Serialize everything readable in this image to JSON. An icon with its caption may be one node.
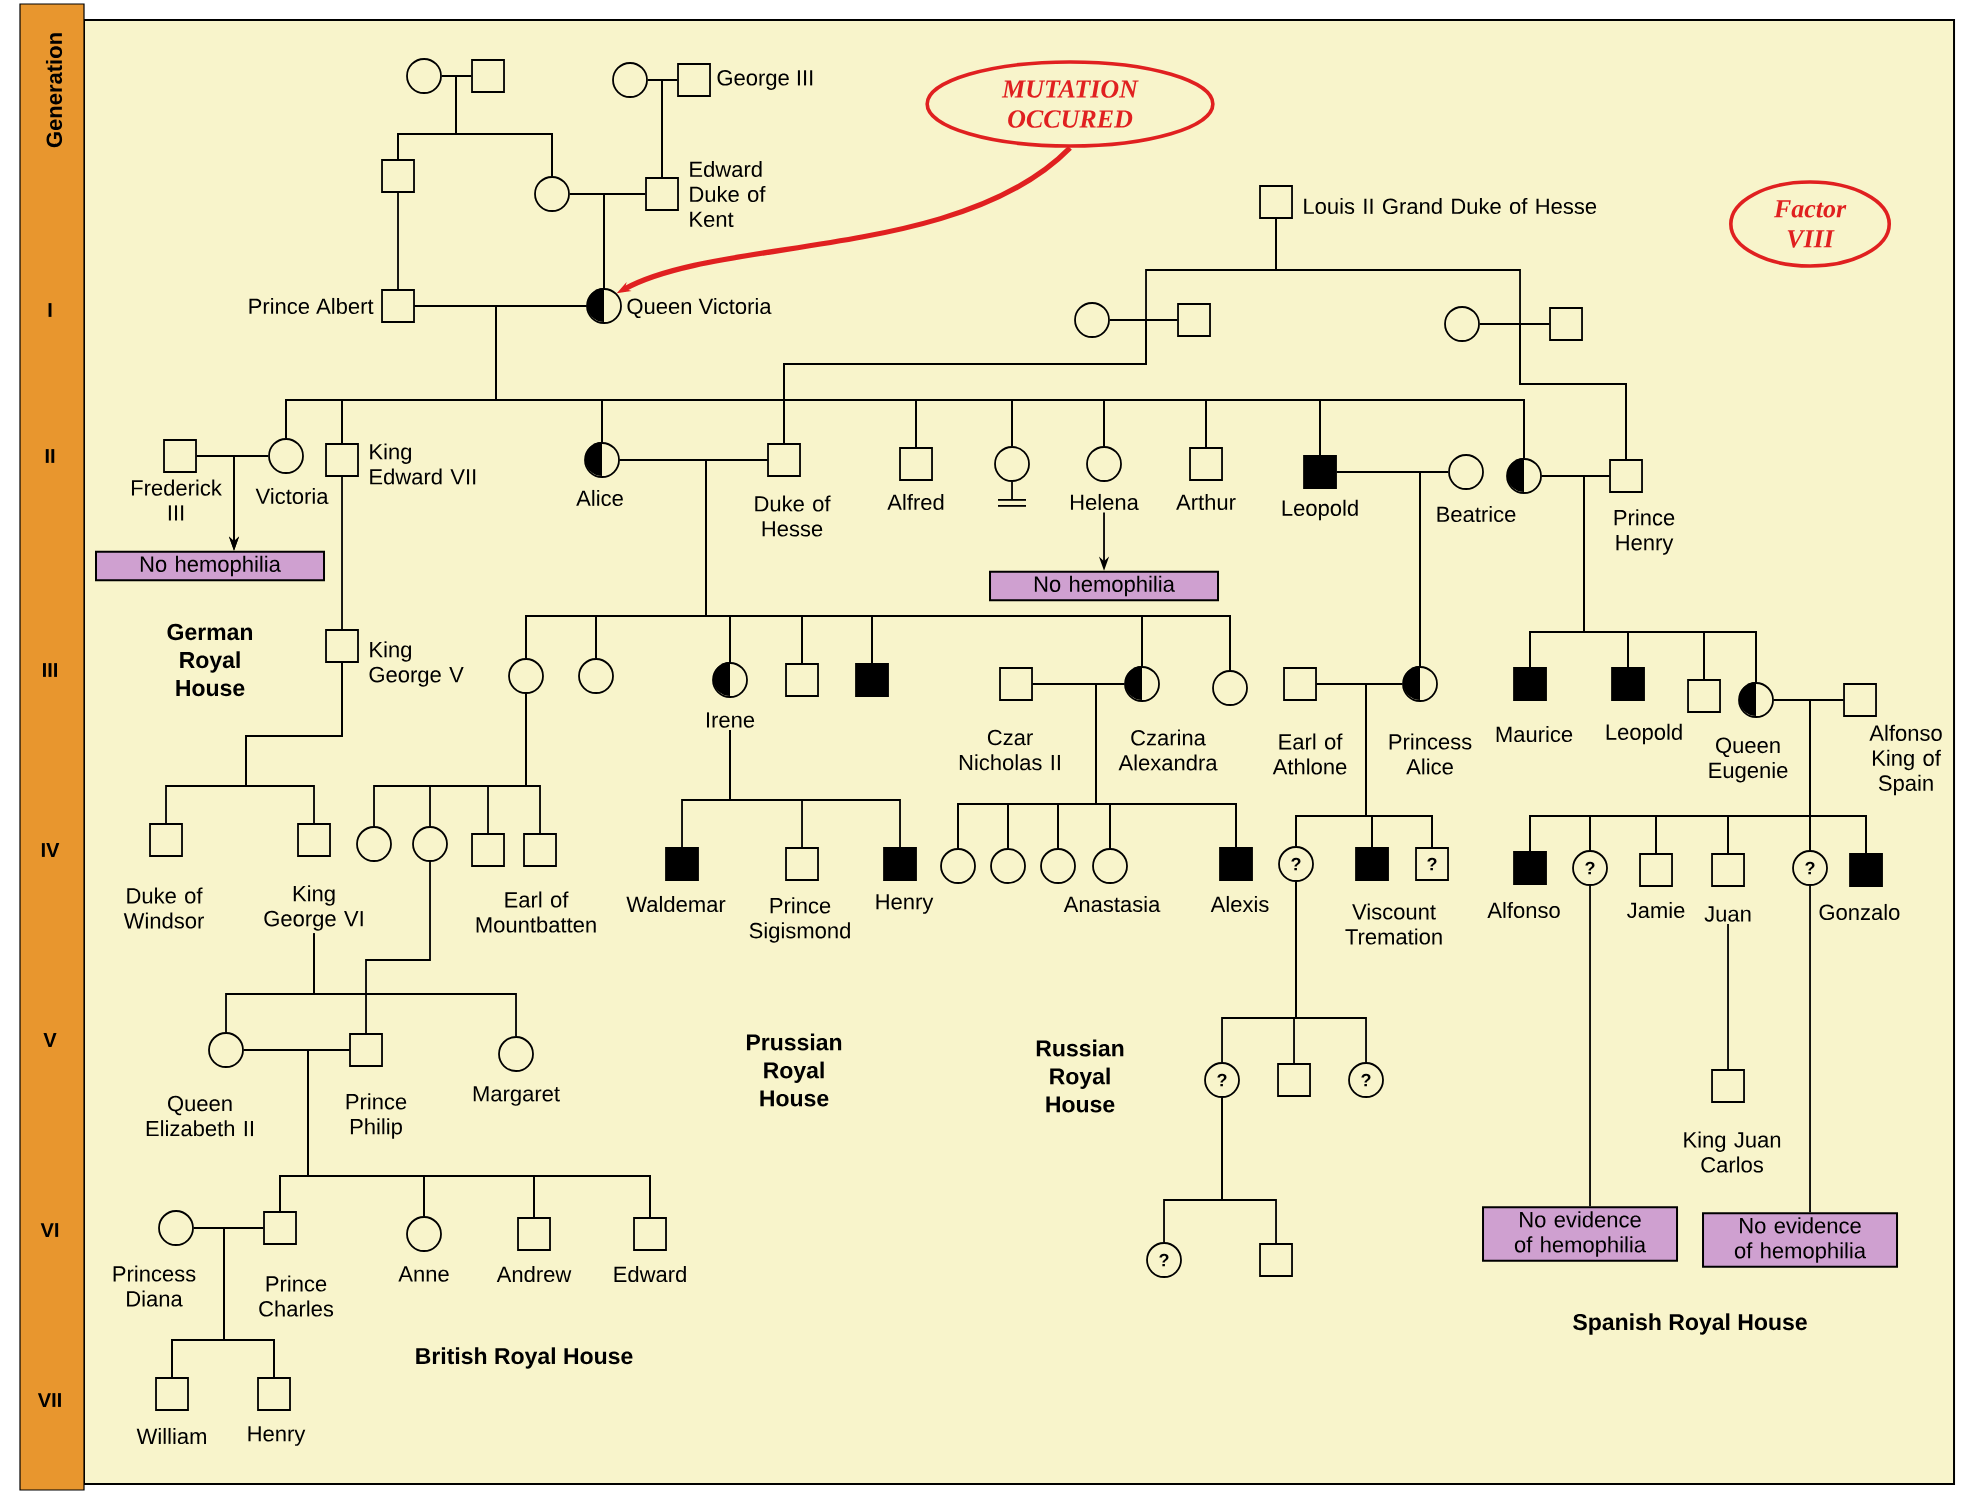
{
  "diagram": {
    "nodes": [
      {
        "text": [],
        "shape": "circle"
      },
      {
        "text": [],
        "shape": "box"
      },
      {
        "text": [],
        "shape": "circle"
      },
      {
        "text": [],
        "shape": "box",
        "beside": [
          "George III"
        ]
      },
      {
        "text": [
          "MUTATION OCCURED"
        ]
      },
      {
        "text": [],
        "shape": "box"
      },
      {
        "text": [],
        "shape": "circle"
      },
      {
        "text": [],
        "shape": "box",
        "beside": [
          "Edward Duke of Kent"
        ]
      },
      {
        "text": [],
        "shape": "box",
        "beside": [
          "Louis II Grand Duke of Hesse"
        ]
      },
      {
        "text": [
          "Factor VIII"
        ]
      },
      {
        "text": [],
        "shape": "box",
        "beside": [
          "Prince Albert"
        ]
      },
      {
        "text": [],
        "shape": "circle",
        "beside": [
          "Queen Victoria"
        ]
      },
      {
        "text": [],
        "shape": "circle"
      },
      {
        "text": [],
        "shape": "box"
      },
      {
        "text": [],
        "shape": "circle"
      },
      {
        "text": [],
        "shape": "box"
      },
      {
        "text": [],
        "shape": "box",
        "beside": [
          "Frederick III"
        ]
      },
      {
        "text": [],
        "shape": "circle",
        "beside": [
          "Victoria"
        ]
      },
      {
        "text": [],
        "shape": "box",
        "beside": [
          "King Edward VII"
        ]
      },
      {
        "text": [],
        "shape": "circle",
        "beside": [
          "Alice"
        ]
      },
      {
        "text": [],
        "shape": "box",
        "beside": [
          "Duke of Hesse"
        ]
      },
      {
        "text": [],
        "shape": "box",
        "beside": [
          "Alfred"
        ]
      },
      {
        "text": [],
        "shape": "circle"
      },
      {
        "text": [],
        "shape": "circle",
        "beside": [
          "Helena"
        ]
      },
      {
        "text": [],
        "shape": "box",
        "beside": [
          "Arthur"
        ]
      },
      {
        "text": [],
        "shape": "box",
        "beside": [
          "Leopold"
        ]
      },
      {
        "text": [],
        "shape": "circle"
      },
      {
        "text": [],
        "shape": "circle",
        "beside": [
          "Beatrice"
        ]
      },
      {
        "text": [],
        "shape": "box",
        "beside": [
          "Prince Henry"
        ]
      },
      {
        "text": [
          "No hemophilia"
        ]
      },
      {
        "text": [
          "No hemophilia"
        ]
      },
      {
        "text": [],
        "shape": "box",
        "beside": [
          "King George V"
        ]
      },
      {
        "text": [],
        "shape": "circle"
      },
      {
        "text": [],
        "shape": "circle"
      },
      {
        "text": [],
        "shape": "circle",
        "beside": [
          "Irene"
        ]
      },
      {
        "text": [],
        "shape": "box"
      },
      {
        "text": [],
        "shape": "box"
      },
      {
        "text": [],
        "shape": "box",
        "beside": [
          "Czar Nicholas II"
        ]
      },
      {
        "text": [],
        "shape": "circle",
        "beside": [
          "Czarina Alexandra"
        ]
      },
      {
        "text": [],
        "shape": "circle"
      },
      {
        "text": [],
        "shape": "box",
        "beside": [
          "Earl of Athlone"
        ]
      },
      {
        "text": [],
        "shape": "circle",
        "beside": [
          "Princess Alice"
        ]
      },
      {
        "text": [],
        "shape": "box",
        "beside": [
          "Maurice"
        ]
      },
      {
        "text": [],
        "shape": "box",
        "beside": [
          "Leopold"
        ]
      },
      {
        "text": [],
        "shape": "box"
      },
      {
        "text": [],
        "shape": "circle",
        "beside": [
          "Queen Eugenie"
        ]
      },
      {
        "text": [],
        "shape": "box",
        "beside": [
          "Alfonso King of Spain"
        ]
      },
      {
        "text": [],
        "shape": "box",
        "beside": [
          "Duke of Windsor"
        ]
      },
      {
        "text": [],
        "shape": "box",
        "beside": [
          "King George VI"
        ]
      },
      {
        "text": [],
        "shape": "circle"
      },
      {
        "text": [],
        "shape": "circle"
      },
      {
        "text": [],
        "shape": "box"
      },
      {
        "text": [],
        "shape": "box",
        "beside": [
          "Earl of Mountbatten"
        ]
      },
      {
        "text": [],
        "shape": "box",
        "beside": [
          "Waldemar"
        ]
      },
      {
        "text": [],
        "shape": "box",
        "beside": [
          "Prince Sigismond"
        ]
      },
      {
        "text": [],
        "shape": "box",
        "beside": [
          "Henry"
        ]
      },
      {
        "text": [],
        "shape": "circle"
      },
      {
        "text": [],
        "shape": "circle"
      },
      {
        "text": [],
        "shape": "circle"
      },
      {
        "text": [],
        "shape": "circle",
        "beside": [
          "Anastasia"
        ]
      },
      {
        "text": [],
        "shape": "box",
        "beside": [
          "Alexis"
        ]
      },
      {
        "text": [
          "?"
        ]
      },
      {
        "text": [],
        "shape": "box",
        "beside": [
          "Viscount Tremation"
        ]
      },
      {
        "text": [
          "?"
        ]
      },
      {
        "text": [],
        "shape": "box",
        "beside": [
          "Alfonso"
        ]
      },
      {
        "text": [
          "?"
        ]
      },
      {
        "text": [],
        "shape": "box",
        "beside": [
          "Jamie"
        ]
      },
      {
        "text": [],
        "shape": "box",
        "beside": [
          "Juan"
        ]
      },
      {
        "text": [
          "?"
        ]
      },
      {
        "text": [],
        "shape": "box",
        "beside": [
          "Gonzalo"
        ]
      },
      {
        "text": [],
        "shape": "circle",
        "beside": [
          "Queen Elizabeth II"
        ]
      },
      {
        "text": [],
        "shape": "box",
        "beside": [
          "Prince Philip"
        ]
      },
      {
        "text": [],
        "shape": "circle",
        "beside": [
          "Margaret"
        ]
      },
      {
        "text": [
          "?"
        ]
      },
      {
        "text": [],
        "shape": "box"
      },
      {
        "text": [
          "?"
        ]
      },
      {
        "text": [],
        "shape": "box",
        "beside": [
          "King Juan Carlos"
        ]
      },
      {
        "text": [],
        "shape": "circle",
        "beside": [
          "Princess Diana"
        ]
      },
      {
        "text": [],
        "shape": "box",
        "beside": [
          "Prince Charles"
        ]
      },
      {
        "text": [],
        "shape": "circle",
        "beside": [
          "Anne"
        ]
      },
      {
        "text": [],
        "shape": "box",
        "beside": [
          "Andrew"
        ]
      },
      {
        "text": [],
        "shape": "box",
        "beside": [
          "Edward"
        ]
      },
      {
        "text": [
          "?"
        ]
      },
      {
        "text": [],
        "shape": "box"
      },
      {
        "text": [
          "No evidence of hemophilia"
        ]
      },
      {
        "text": [
          "No evidence of hemophilia"
        ]
      },
      {
        "text": [],
        "shape": "box",
        "beside": [
          "William"
        ]
      },
      {
        "text": [],
        "shape": "box",
        "beside": [
          "Henry"
        ]
      }
    ],
    "edges": [
      {
        "from": 0,
        "to": 1,
        "arrow": "none"
      },
      {
        "from": 2,
        "to": 3,
        "arrow": "none"
      },
      {
        "from": 0,
        "to": 5,
        "arrow": "none"
      },
      {
        "from": 1,
        "to": 5,
        "arrow": "none"
      },
      {
        "from": 0,
        "to": 6,
        "arrow": "none"
      },
      {
        "from": 1,
        "to": 6,
        "arrow": "none"
      },
      {
        "from": 2,
        "to": 7,
        "arrow": "none"
      },
      {
        "from": 3,
        "to": 7,
        "arrow": "none"
      },
      {
        "from": 4,
        "to": 11,
        "arrow": "to",
        "style": "thick",
        "color": "#e02020"
      },
      {
        "from": 5,
        "to": 10,
        "arrow": "none"
      },
      {
        "from": 6,
        "to": 7,
        "arrow": "none"
      },
      {
        "from": 6,
        "to": 11,
        "arrow": "none"
      },
      {
        "from": 7,
        "to": 11,
        "arrow": "none"
      },
      {
        "from": 8,
        "to": 13,
        "arrow": "none"
      },
      {
        "from": 8,
        "to": 15,
        "arrow": "none"
      },
      {
        "from": 10,
        "to": 11,
        "arrow": "none"
      },
      {
        "from": 12,
        "to": 13,
        "arrow": "none"
      },
      {
        "from": 14,
        "to": 15,
        "arrow": "none"
      },
      {
        "from": 12,
        "to": 20,
        "arrow": "none"
      },
      {
        "from": 13,
        "to": 20,
        "arrow": "none"
      },
      {
        "from": 14,
        "to": 28,
        "arrow": "none"
      },
      {
        "from": 15,
        "to": 28,
        "arrow": "none"
      },
      {
        "from": 10,
        "to": 17,
        "arrow": "none"
      },
      {
        "from": 11,
        "to": 17,
        "arrow": "none"
      },
      {
        "from": 10,
        "to": 18,
        "arrow": "none"
      },
      {
        "from": 11,
        "to": 18,
        "arrow": "none"
      },
      {
        "from": 10,
        "to": 19,
        "arrow": "none"
      },
      {
        "from": 11,
        "to": 19,
        "arrow": "none"
      },
      {
        "from": 10,
        "to": 21,
        "arrow": "none"
      },
      {
        "from": 11,
        "to": 21,
        "arrow": "none"
      },
      {
        "from": 10,
        "to": 22,
        "arrow": "none"
      },
      {
        "from": 11,
        "to": 22,
        "arrow": "none"
      },
      {
        "from": 10,
        "to": 23,
        "arrow": "none"
      },
      {
        "from": 11,
        "to": 23,
        "arrow": "none"
      },
      {
        "from": 10,
        "to": 24,
        "arrow": "none"
      },
      {
        "from": 11,
        "to": 24,
        "arrow": "none"
      },
      {
        "from": 10,
        "to": 25,
        "arrow": "none"
      },
      {
        "from": 11,
        "to": 25,
        "arrow": "none"
      },
      {
        "from": 10,
        "to": 27,
        "arrow": "none"
      },
      {
        "from": 11,
        "to": 27,
        "arrow": "none"
      },
      {
        "from": 16,
        "to": 17,
        "arrow": "none"
      },
      {
        "from": 16,
        "to": 29,
        "arrow": "to"
      },
      {
        "from": 17,
        "to": 29,
        "arrow": "to"
      },
      {
        "from": 19,
        "to": 20,
        "arrow": "none"
      },
      {
        "from": 25,
        "to": 26,
        "arrow": "none"
      },
      {
        "from": 27,
        "to": 28,
        "arrow": "none"
      },
      {
        "from": 23,
        "to": 30,
        "arrow": "to"
      },
      {
        "from": 18,
        "to": 31,
        "arrow": "none"
      },
      {
        "from": 19,
        "to": 32,
        "arrow": "none"
      },
      {
        "from": 20,
        "to": 32,
        "arrow": "none"
      },
      {
        "from": 19,
        "to": 33,
        "arrow": "none"
      },
      {
        "from": 20,
        "to": 33,
        "arrow": "none"
      },
      {
        "from": 19,
        "to": 34,
        "arrow": "none"
      },
      {
        "from": 20,
        "to": 34,
        "arrow": "none"
      },
      {
        "from": 19,
        "to": 35,
        "arrow": "none"
      },
      {
        "from": 20,
        "to": 35,
        "arrow": "none"
      },
      {
        "from": 19,
        "to": 36,
        "arrow": "none"
      },
      {
        "from": 20,
        "to": 36,
        "arrow": "none"
      },
      {
        "from": 19,
        "to": 38,
        "arrow": "none"
      },
      {
        "from": 20,
        "to": 38,
        "arrow": "none"
      },
      {
        "from": 19,
        "to": 39,
        "arrow": "none"
      },
      {
        "from": 20,
        "to": 39,
        "arrow": "none"
      },
      {
        "from": 25,
        "to": 41,
        "arrow": "none"
      },
      {
        "from": 26,
        "to": 41,
        "arrow": "none"
      },
      {
        "from": 27,
        "to": 42,
        "arrow": "none"
      },
      {
        "from": 28,
        "to": 42,
        "arrow": "none"
      },
      {
        "from": 27,
        "to": 43,
        "arrow": "none"
      },
      {
        "from": 28,
        "to": 43,
        "arrow": "none"
      },
      {
        "from": 27,
        "to": 44,
        "arrow": "none"
      },
      {
        "from": 28,
        "to": 44,
        "arrow": "none"
      },
      {
        "from": 27,
        "to": 45,
        "arrow": "none"
      },
      {
        "from": 28,
        "to": 45,
        "arrow": "none"
      },
      {
        "from": 37,
        "to": 38,
        "arrow": "none"
      },
      {
        "from": 40,
        "to": 41,
        "arrow": "none"
      },
      {
        "from": 45,
        "to": 46,
        "arrow": "none"
      },
      {
        "from": 31,
        "to": 47,
        "arrow": "none"
      },
      {
        "from": 31,
        "to": 48,
        "arrow": "none"
      },
      {
        "from": 32,
        "to": 49,
        "arrow": "none"
      },
      {
        "from": 32,
        "to": 50,
        "arrow": "none"
      },
      {
        "from": 32,
        "to": 51,
        "arrow": "none"
      },
      {
        "from": 32,
        "to": 52,
        "arrow": "none"
      },
      {
        "from": 34,
        "to": 53,
        "arrow": "none"
      },
      {
        "from": 34,
        "to": 54,
        "arrow": "none"
      },
      {
        "from": 34,
        "to": 55,
        "arrow": "none"
      },
      {
        "from": 37,
        "to": 56,
        "arrow": "none"
      },
      {
        "from": 38,
        "to": 56,
        "arrow": "none"
      },
      {
        "from": 37,
        "to": 57,
        "arrow": "none"
      },
      {
        "from": 38,
        "to": 57,
        "arrow": "none"
      },
      {
        "from": 37,
        "to": 58,
        "arrow": "none"
      },
      {
        "from": 38,
        "to": 58,
        "arrow": "none"
      },
      {
        "from": 37,
        "to": 59,
        "arrow": "none"
      },
      {
        "from": 38,
        "to": 59,
        "arrow": "none"
      },
      {
        "from": 37,
        "to": 60,
        "arrow": "none"
      },
      {
        "from": 38,
        "to": 60,
        "arrow": "none"
      },
      {
        "from": 40,
        "to": 61,
        "arrow": "none"
      },
      {
        "from": 41,
        "to": 61,
        "arrow": "none"
      },
      {
        "from": 40,
        "to": 62,
        "arrow": "none"
      },
      {
        "from": 41,
        "to": 62,
        "arrow": "none"
      },
      {
        "from": 40,
        "to": 63,
        "arrow": "none"
      },
      {
        "from": 41,
        "to": 63,
        "arrow": "none"
      },
      {
        "from": 45,
        "to": 64,
        "arrow": "none"
      },
      {
        "from": 46,
        "to": 64,
        "arrow": "none"
      },
      {
        "from": 45,
        "to": 65,
        "arrow": "none"
      },
      {
        "from": 46,
        "to": 65,
        "arrow": "none"
      },
      {
        "from": 45,
        "to": 66,
        "arrow": "none"
      },
      {
        "from": 46,
        "to": 66,
        "arrow": "none"
      },
      {
        "from": 45,
        "to": 67,
        "arrow": "none"
      },
      {
        "from": 46,
        "to": 67,
        "arrow": "none"
      },
      {
        "from": 45,
        "to": 68,
        "arrow": "none"
      },
      {
        "from": 46,
        "to": 68,
        "arrow": "none"
      },
      {
        "from": 45,
        "to": 69,
        "arrow": "none"
      },
      {
        "from": 46,
        "to": 69,
        "arrow": "none"
      },
      {
        "from": 48,
        "to": 70,
        "arrow": "none"
      },
      {
        "from": 48,
        "to": 72,
        "arrow": "none"
      },
      {
        "from": 50,
        "to": 71,
        "arrow": "none"
      },
      {
        "from": 61,
        "to": 73,
        "arrow": "none"
      },
      {
        "from": 61,
        "to": 74,
        "arrow": "none"
      },
      {
        "from": 61,
        "to": 75,
        "arrow": "none"
      },
      {
        "from": 65,
        "to": 84,
        "arrow": "none"
      },
      {
        "from": 67,
        "to": 76,
        "arrow": "none"
      },
      {
        "from": 68,
        "to": 85,
        "arrow": "none"
      },
      {
        "from": 70,
        "to": 71,
        "arrow": "none"
      },
      {
        "from": 77,
        "to": 78,
        "arrow": "none"
      },
      {
        "from": 70,
        "to": 78,
        "arrow": "none"
      },
      {
        "from": 71,
        "to": 78,
        "arrow": "none"
      },
      {
        "from": 70,
        "to": 79,
        "arrow": "none"
      },
      {
        "from": 71,
        "to": 79,
        "arrow": "none"
      },
      {
        "from": 70,
        "to": 80,
        "arrow": "none"
      },
      {
        "from": 71,
        "to": 80,
        "arrow": "none"
      },
      {
        "from": 70,
        "to": 81,
        "arrow": "none"
      },
      {
        "from": 71,
        "to": 81,
        "arrow": "none"
      },
      {
        "from": 73,
        "to": 82,
        "arrow": "none"
      },
      {
        "from": 73,
        "to": 83,
        "arrow": "none"
      },
      {
        "from": 77,
        "to": 86,
        "arrow": "none"
      },
      {
        "from": 78,
        "to": 86,
        "arrow": "none"
      },
      {
        "from": 77,
        "to": 87,
        "arrow": "none"
      },
      {
        "from": 78,
        "to": 87,
        "arrow": "none"
      }
    ],
    "labels": [
      "Generation",
      "I",
      "II",
      "III",
      "IV",
      "V",
      "VI",
      "VII",
      "German Royal House",
      "Prussian Royal House",
      "Russian Royal House",
      "British Royal House",
      "Spanish Royal House"
    ]
  }
}
